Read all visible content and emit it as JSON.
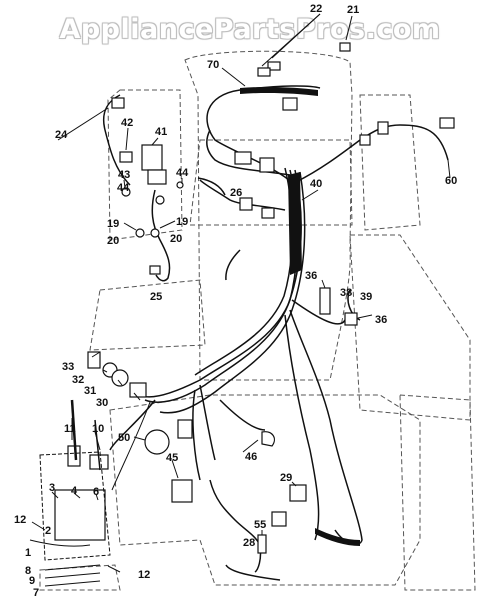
{
  "watermark": "AppliancePartsPros.com",
  "colors": {
    "ink": "#111111",
    "outline": "#555555",
    "watermark_stroke": "#bfbfbf"
  },
  "callouts": [
    {
      "id": "c22",
      "label": "22"
    },
    {
      "id": "c21",
      "label": "21"
    },
    {
      "id": "c70",
      "label": "70"
    },
    {
      "id": "c24",
      "label": "24"
    },
    {
      "id": "c42",
      "label": "42"
    },
    {
      "id": "c41",
      "label": "41"
    },
    {
      "id": "c43",
      "label": "43"
    },
    {
      "id": "c44a",
      "label": "44"
    },
    {
      "id": "c44b",
      "label": "44"
    },
    {
      "id": "c26",
      "label": "26"
    },
    {
      "id": "c40",
      "label": "40"
    },
    {
      "id": "c60",
      "label": "60"
    },
    {
      "id": "c19a",
      "label": "19"
    },
    {
      "id": "c19b",
      "label": "19"
    },
    {
      "id": "c20a",
      "label": "20"
    },
    {
      "id": "c20b",
      "label": "20"
    },
    {
      "id": "c36a",
      "label": "36"
    },
    {
      "id": "c38",
      "label": "38"
    },
    {
      "id": "c39",
      "label": "39"
    },
    {
      "id": "c36b",
      "label": "36"
    },
    {
      "id": "c25",
      "label": "25"
    },
    {
      "id": "c33",
      "label": "33"
    },
    {
      "id": "c32",
      "label": "32"
    },
    {
      "id": "c31",
      "label": "31"
    },
    {
      "id": "c30",
      "label": "30"
    },
    {
      "id": "c11",
      "label": "11"
    },
    {
      "id": "c10",
      "label": "10"
    },
    {
      "id": "c50",
      "label": "50"
    },
    {
      "id": "c46",
      "label": "46"
    },
    {
      "id": "c45",
      "label": "45"
    },
    {
      "id": "c29",
      "label": "29"
    },
    {
      "id": "c3",
      "label": "3"
    },
    {
      "id": "c4",
      "label": "4"
    },
    {
      "id": "c6",
      "label": "6"
    },
    {
      "id": "c12a",
      "label": "12"
    },
    {
      "id": "c2",
      "label": "2"
    },
    {
      "id": "c1",
      "label": "1"
    },
    {
      "id": "c55",
      "label": "55"
    },
    {
      "id": "c28",
      "label": "28"
    },
    {
      "id": "c8",
      "label": "8"
    },
    {
      "id": "c9",
      "label": "9"
    },
    {
      "id": "c7",
      "label": "7"
    },
    {
      "id": "c12b",
      "label": "12"
    }
  ]
}
